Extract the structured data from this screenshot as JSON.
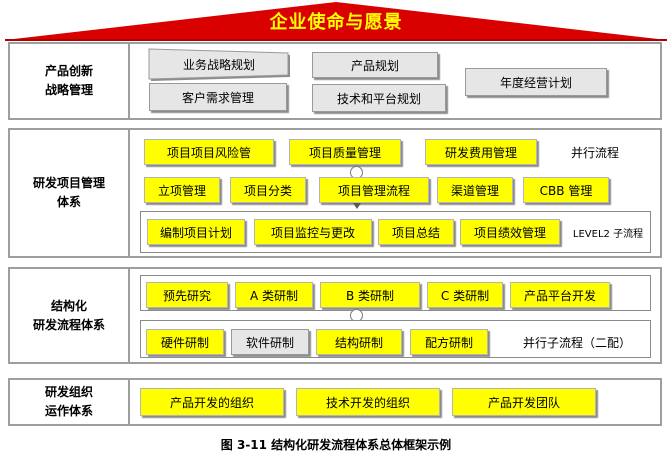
{
  "title": "企业使命与愿景",
  "colors": {
    "roof": "#d90000",
    "box_fill": "#ffff00",
    "gray_fill": "#e6e6e6",
    "border": "#9e9e9e"
  },
  "sections": {
    "strategy": {
      "label": "产品创新\n战略管理",
      "boxes": [
        "业务战略规划",
        "产品规划",
        "年度经营计划",
        "客户需求管理",
        "技术和平台规划"
      ]
    },
    "project": {
      "label": "研发项目管理\n体系",
      "row1": [
        "项目项目风险管",
        "项目质量管理",
        "研发费用管理"
      ],
      "row1_note": "并行流程",
      "row2": [
        "立项管理",
        "项目分类",
        "项目管理流程",
        "渠道管理",
        "CBB 管理"
      ],
      "row3": [
        "编制项目计划",
        "项目监控与更改",
        "项目总结",
        "项目绩效管理"
      ],
      "row3_note": "LEVEL2 子流程"
    },
    "process": {
      "label": "结构化\n研发流程体系",
      "row1": [
        "预先研究",
        "A 类研制",
        "B 类研制",
        "C 类研制",
        "产品平台开发"
      ],
      "row2": [
        "硬件研制",
        "软件研制",
        "结构研制",
        "配方研制"
      ],
      "row2_note": "并行子流程（二配）"
    },
    "org": {
      "label": "研发组织\n运作体系",
      "boxes": [
        "产品开发的组织",
        "技术开发的组织",
        "产品开发团队"
      ]
    }
  },
  "caption": "图 3-11  结构化研发流程体系总体框架示例"
}
